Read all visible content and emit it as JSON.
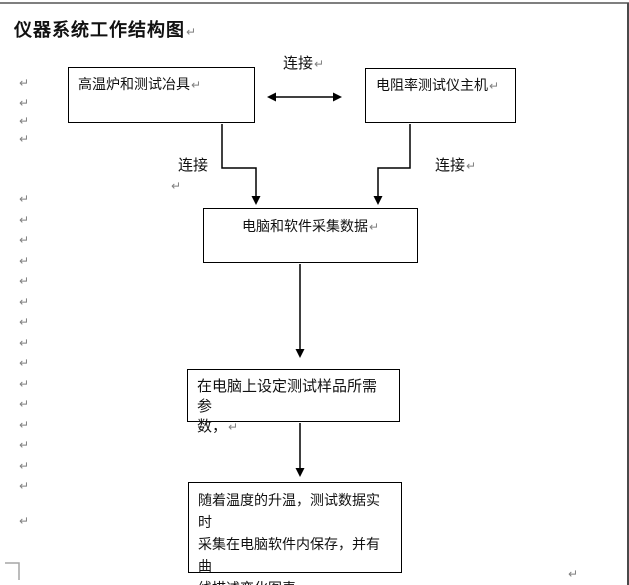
{
  "title": "仪器系统工作结构图",
  "return_glyph": "↵",
  "connect_labels": {
    "top": "连接",
    "left": "连接",
    "right": "连接"
  },
  "boxes": {
    "furnace": {
      "text": "高温炉和测试冶具"
    },
    "tester_host": {
      "text": "电阻率测试仪主机"
    },
    "computer_software": {
      "text": "电脑和软件采集数据"
    },
    "set_params": {
      "line1": "在电脑上设定测试样品所需参",
      "line2": "数，"
    },
    "realtime_save": {
      "line1": "随着温度的升温，测试数据实时",
      "line2": "采集在电脑软件内保存，并有曲",
      "line3": "线描述变化图表"
    }
  },
  "margin_marks": {
    "glyph": "↵",
    "ys": [
      77,
      97,
      115,
      133,
      193,
      214,
      234,
      255,
      275,
      296,
      316,
      337,
      357,
      378,
      398,
      419,
      439,
      460,
      480,
      515
    ]
  },
  "colors": {
    "ink": "#000000",
    "box_border": "#000000",
    "paragraph_mark": "#808080",
    "page_bg": "#ffffff",
    "page_top_edge": "#7f7f7f",
    "page_right_edge": "#4a4a4a"
  }
}
